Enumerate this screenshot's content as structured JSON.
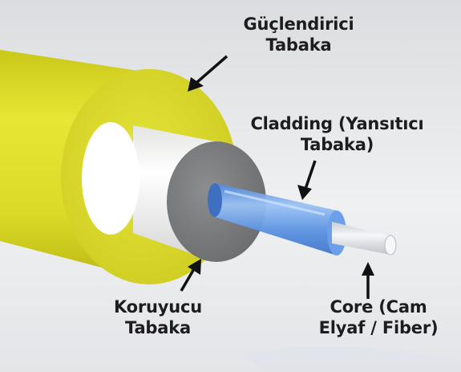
{
  "labels": {
    "strength_layer": {
      "line1": "Güçlendirici",
      "line2": "Tabaka"
    },
    "cladding": {
      "line1": "Cladding (Yansıtıcı",
      "line2": "Tabaka)"
    },
    "protective_layer": {
      "line1": "Koruyucu",
      "line2": "Tabaka"
    },
    "core": {
      "line1": "Core (Cam",
      "line2": "Elyaf / Fiber)"
    }
  },
  "colors": {
    "background": "#e9eaeb",
    "strength_layer": "#dede28",
    "buffer_coating": "#f2f2f0",
    "protective_face": "#7b7c7e",
    "cladding": "#5a8fe0",
    "core_glass": "#dfe2e6",
    "text": "#1d1d1f",
    "arrow": "#111111"
  }
}
